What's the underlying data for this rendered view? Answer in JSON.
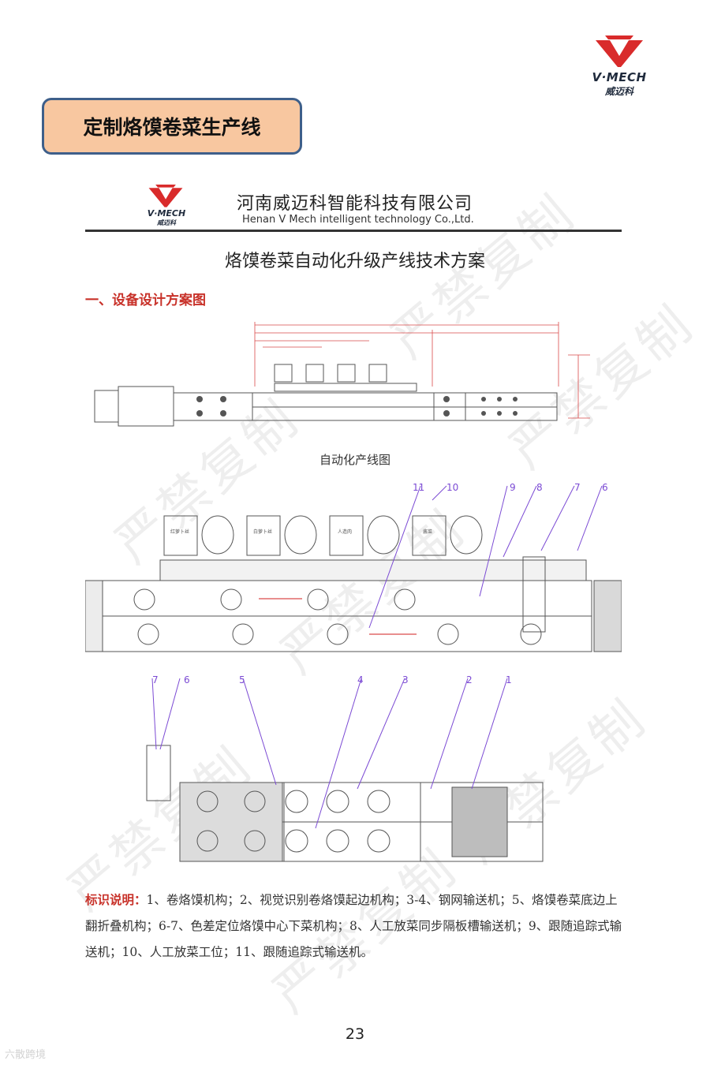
{
  "brand": {
    "logo_en": "V·MECH",
    "logo_cn": "威迈科",
    "colors": {
      "red": "#d92b2b",
      "navy": "#1f2a3c"
    }
  },
  "section_title": "定制烙馍卷菜生产线",
  "company": {
    "logo_en": "V·MECH",
    "logo_cn": "威迈科",
    "name_cn": "河南威迈科智能科技有限公司",
    "name_en": "Henan V Mech intelligent technology Co.,Ltd."
  },
  "doc_title": "烙馍卷菜自动化升级产线技术方案",
  "section_heading": "一、设备设计方案图",
  "drawing_caption": "自动化产线图",
  "callouts_top": [
    "11",
    "10",
    "9",
    "8",
    "7",
    "6"
  ],
  "callouts_bottom": [
    "7",
    "6",
    "5",
    "4",
    "3",
    "2",
    "1"
  ],
  "station_labels": [
    "红萝卜丝",
    "白萝卜丝",
    "人造肉",
    "酱菜"
  ],
  "legend": {
    "label": "标识说明：",
    "text": "1、卷烙馍机构；2、视觉识别卷烙馍起边机构；3-4、钢网输送机；5、烙馍卷菜底边上翻折叠机构；6-7、色差定位烙馍中心下菜机构；8、人工放菜同步隔板槽输送机；9、跟随追踪式输送机；10、人工放菜工位；11、跟随追踪式输送机。"
  },
  "page_number": "23",
  "footer_mark": "六散跨境",
  "watermark": "严禁复制"
}
